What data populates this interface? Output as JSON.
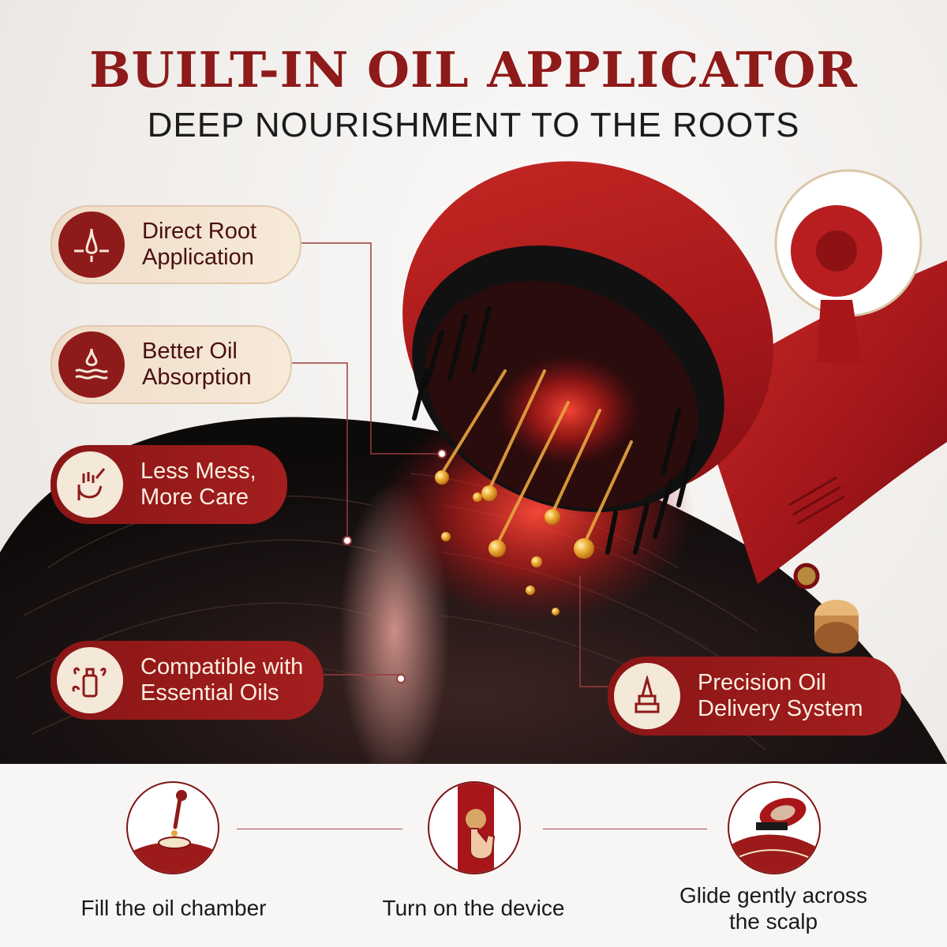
{
  "header": {
    "title": "BUILT-IN OIL APPLICATOR",
    "subtitle": "DEEP NOURISHMENT TO THE ROOTS"
  },
  "features": [
    {
      "label": "Direct Root\nApplication",
      "icon": "hair-root-icon"
    },
    {
      "label": "Better Oil\nAbsorption",
      "icon": "oil-absorption-icon"
    },
    {
      "label": "Less Mess,\nMore Care",
      "icon": "hand-dropper-icon"
    },
    {
      "label": "Compatible with\nEssential Oils",
      "icon": "essential-oil-bottle-icon"
    },
    {
      "label": "Precision Oil\nDelivery System",
      "icon": "nozzle-icon"
    }
  ],
  "steps": [
    {
      "label": "Fill the oil chamber",
      "icon": "dropper-fill-icon"
    },
    {
      "label": "Turn on the device",
      "icon": "power-button-press-icon"
    },
    {
      "label": "Glide gently across\nthe scalp",
      "icon": "brush-glide-icon"
    }
  ],
  "colors": {
    "brand_red": "#8e1a1a",
    "cream": "#f4e8d8",
    "gold": "#d6a24a"
  }
}
